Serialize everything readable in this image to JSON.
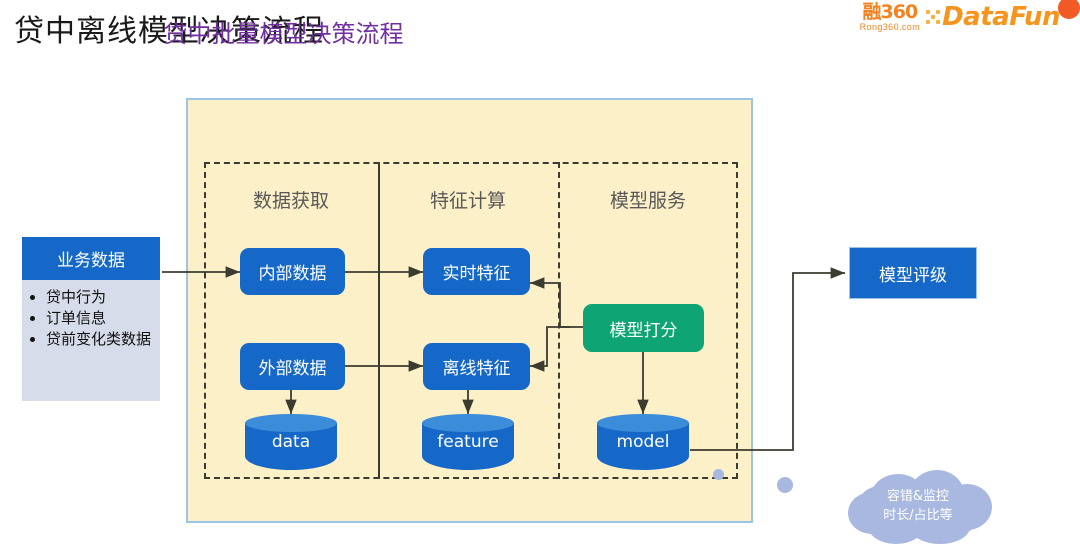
{
  "title": "贷中离线模型决策流程",
  "logos": {
    "rong360_mark": "融360",
    "rong360_sub": "Rong360.com",
    "datafun_word": "DataFun"
  },
  "flow_panel": {
    "title": "贷中批量模型决策流程",
    "lanes": [
      {
        "label": "数据获取"
      },
      {
        "label": "特征计算"
      },
      {
        "label": "模型服务"
      }
    ],
    "nodes": [
      {
        "id": "internal-data",
        "label": "内部数据",
        "color": "#1668C8"
      },
      {
        "id": "external-data",
        "label": "外部数据",
        "color": "#1668C8"
      },
      {
        "id": "realtime-feature",
        "label": "实时特征",
        "color": "#1668C8"
      },
      {
        "id": "offline-feature",
        "label": "离线特征",
        "color": "#1668C8"
      },
      {
        "id": "model-scoring",
        "label": "模型打分",
        "color": "#0FA474"
      }
    ],
    "datastores": [
      {
        "id": "data-store",
        "label": "data"
      },
      {
        "id": "feature-store",
        "label": "feature"
      },
      {
        "id": "model-store",
        "label": "model"
      }
    ]
  },
  "business_data_card": {
    "header": "业务数据",
    "bullets": [
      "贷中行为",
      "订单信息",
      "贷前变化类数据"
    ]
  },
  "model_rating": {
    "label": "模型评级"
  },
  "monitor_cloud": {
    "line1": "容错&监控",
    "line2": "时长/占比等"
  },
  "colors": {
    "panel_fill": "#FCF0C8",
    "panel_border": "#9DC3E6",
    "process_blue": "#1668C8",
    "scoring_green": "#0FA474",
    "lane_title": "#595959",
    "panel_title_purple": "#7030A0",
    "card_body": "#D6DCE9",
    "cloud": "#A8B8E0",
    "brand_orange": "#F7941E"
  }
}
